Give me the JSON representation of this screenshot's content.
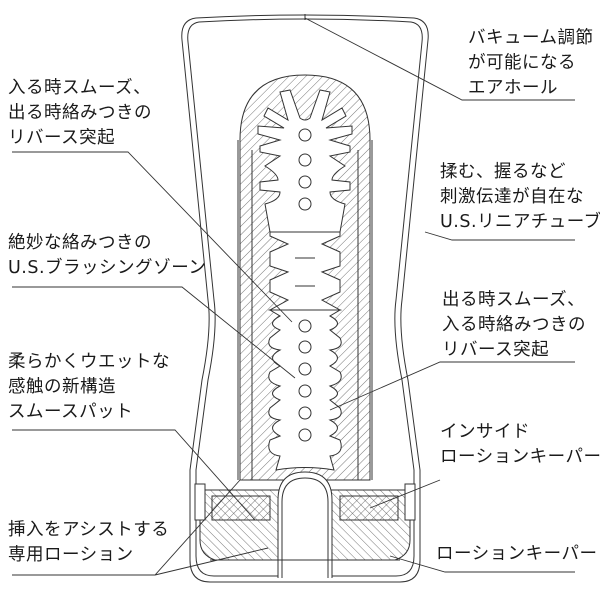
{
  "diagram": {
    "subject": "cross-section of cup with inner sleeve",
    "colors": {
      "line": "#333333",
      "text": "#1a1a1a",
      "background": "#ffffff"
    },
    "labels_left": [
      {
        "id": "reverse-ridges-top",
        "lines": [
          "入る時スムーズ、",
          "出る時絡みつきの",
          "リバース突起"
        ]
      },
      {
        "id": "brushing-zone",
        "lines": [
          "絶妙な絡みつきの",
          "U.S.ブラッシングゾーン"
        ]
      },
      {
        "id": "smooth-pad",
        "lines": [
          "柔らかくウエットな",
          "感触の新構造",
          "スムースパット"
        ]
      },
      {
        "id": "insertion-lotion",
        "lines": [
          "挿入をアシストする",
          "専用ローション"
        ]
      }
    ],
    "labels_right": [
      {
        "id": "air-hole",
        "lines": [
          "バキューム調節",
          "が可能になる",
          "エアホール"
        ]
      },
      {
        "id": "linear-tube",
        "lines": [
          "揉む、握るなど",
          "刺激伝達が自在な",
          "U.S.リニアチューブ"
        ]
      },
      {
        "id": "reverse-ridges-bottom",
        "lines": [
          "出る時スムーズ、",
          "入る時絡みつきの",
          "リバース突起"
        ]
      },
      {
        "id": "inside-lotion-keeper",
        "lines": [
          "インサイド",
          "ローションキーパー"
        ]
      },
      {
        "id": "lotion-keeper",
        "lines": [
          "ローションキーパー"
        ]
      }
    ]
  }
}
